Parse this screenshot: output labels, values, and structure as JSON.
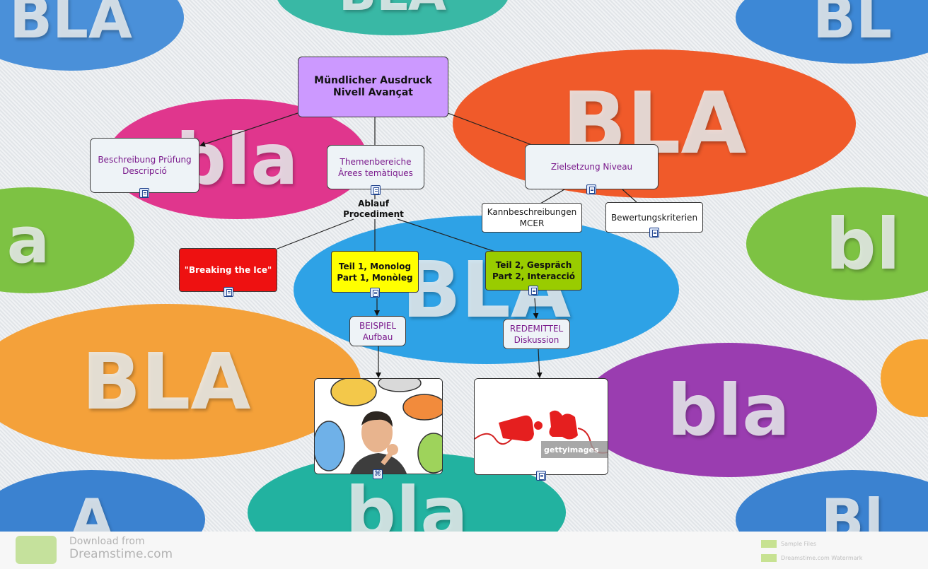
{
  "background": {
    "bubbles": [
      {
        "text": "BLA",
        "color": "#4a90d9"
      },
      {
        "text": "BLA",
        "color": "#39b8a5"
      },
      {
        "text": "BL",
        "color": "#3d88d6"
      },
      {
        "text": "BLA",
        "color": "#f05a2a"
      },
      {
        "text": "bla",
        "color": "#e0368d"
      },
      {
        "text": "a",
        "color": "#7dc243"
      },
      {
        "text": "bl",
        "color": "#7dc243"
      },
      {
        "text": "BLA",
        "color": "#2ea2e6"
      },
      {
        "text": "BLA",
        "color": "#f4a13a"
      },
      {
        "text": "bla",
        "color": "#9a3db0"
      },
      {
        "text": "bla",
        "color": "#22b2a0"
      },
      {
        "text": "A",
        "color": "#3b82d0"
      },
      {
        "text": "Bl",
        "color": "#3b82d0"
      },
      {
        "text": "",
        "color": "#f7a534"
      }
    ]
  },
  "map": {
    "root": {
      "line1": "Mündlicher Ausdruck",
      "line2": "Nivell Avançat"
    },
    "beschreibung": {
      "line1": "Beschreibung Prüfung",
      "line2": "Descripció"
    },
    "themen": {
      "line1": "Themenbereiche",
      "line2": "Àrees temàtiques"
    },
    "zielsetzung": {
      "line1": "Zielsetzung Niveau"
    },
    "ablauf": {
      "line1": "Ablauf",
      "line2": "Procediment"
    },
    "kann": {
      "line1": "Kannbeschreibungen",
      "line2": "MCER"
    },
    "bewertung": {
      "line1": "Bewertungskriterien"
    },
    "ice": {
      "line1": "\"Breaking the Ice\""
    },
    "teil1": {
      "line1": "Teil 1, Monolog",
      "line2": "Part 1, Monòleg"
    },
    "teil2": {
      "line1": "Teil 2, Gespräch",
      "line2": "Part 2, Interacció"
    },
    "beispiel": {
      "line1": "BEISPIEL",
      "line2": "Aufbau"
    },
    "redemittel": {
      "line1": "REDEMITTEL",
      "line2": "Diskussion"
    },
    "image_watermark": "gettyimages",
    "colors": {
      "root": "#cc99ff",
      "ice": "#ee1111",
      "teil1": "#ffff00",
      "teil2": "#99cc00"
    }
  },
  "footer": {
    "line1": "Download from",
    "line2": "Dreamstime.com",
    "right1": "Sample Files",
    "right2": "Dreamstime.com Watermark"
  }
}
